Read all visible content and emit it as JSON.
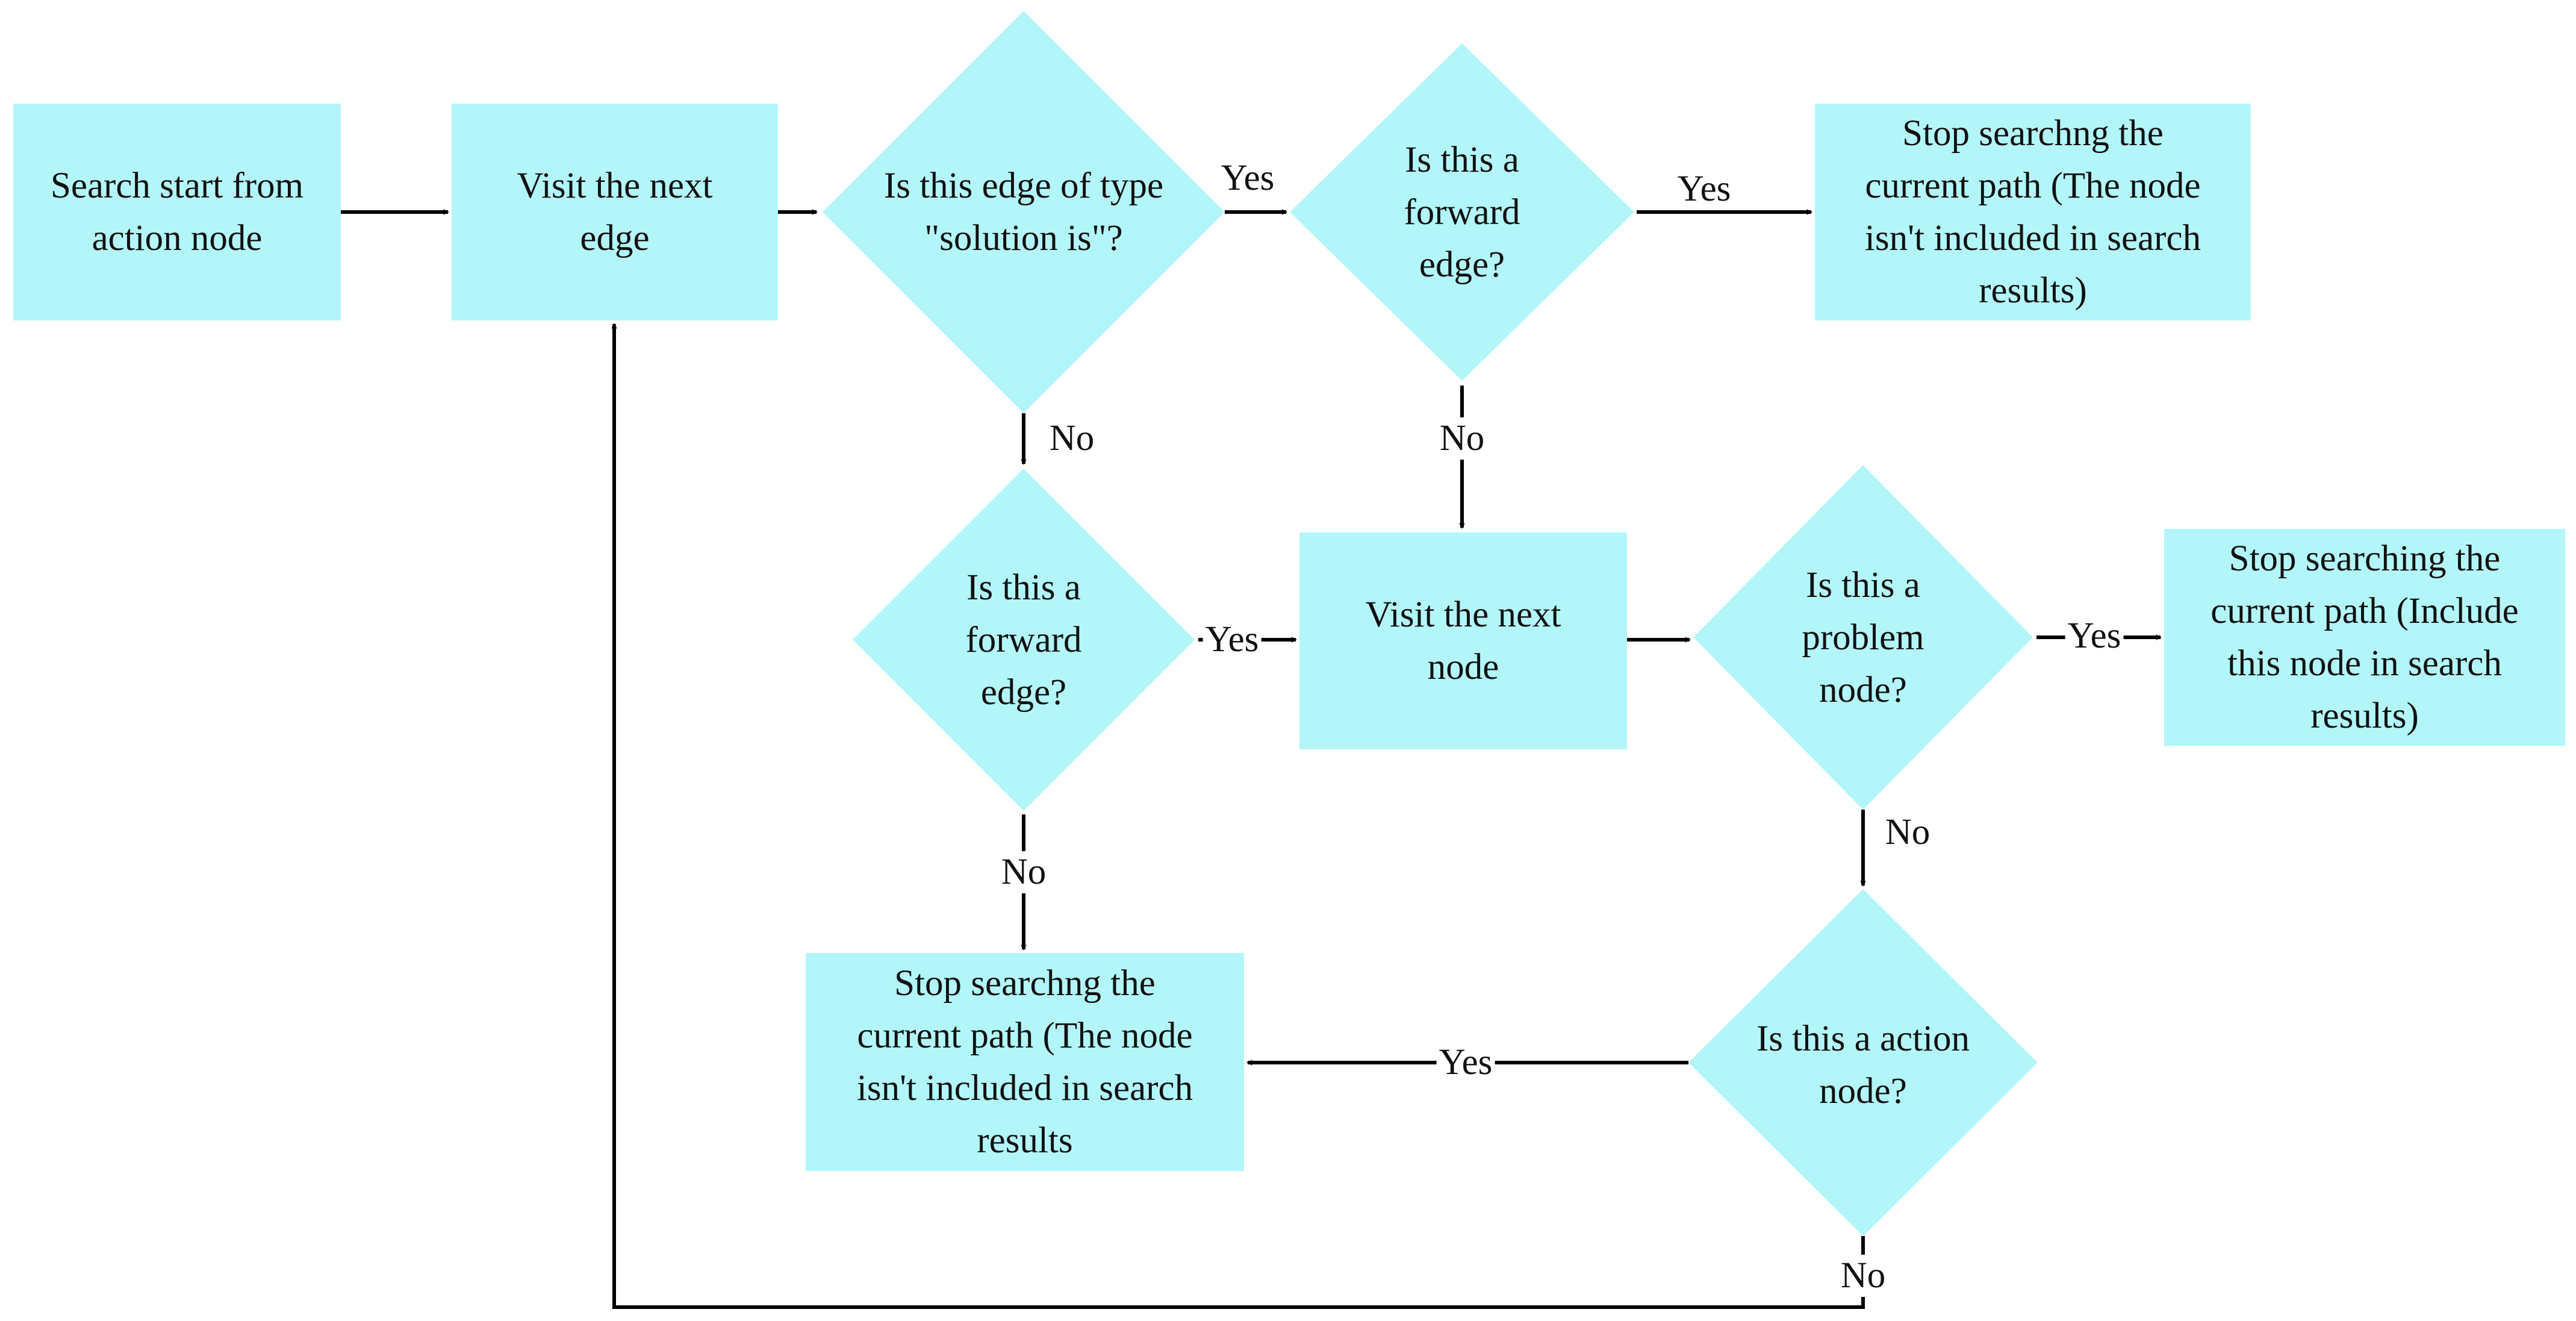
{
  "colors": {
    "node_fill": "#B3F6F9",
    "edge_stroke": "#000000",
    "text": "#111111"
  },
  "nodes": {
    "start": "Search start from\naction node",
    "visit_edge": "Visit the next\nedge",
    "q_solution": "Is this edge of type\n\"solution is\"?",
    "q_forward_top": "Is this a\nforward\nedge?",
    "stop_top": "Stop searchng the\ncurrent path (The node\nisn't included in search\nresults)",
    "q_forward_mid": "Is this a\nforward\nedge?",
    "visit_node": "Visit the next\nnode",
    "q_problem": "Is this a\nproblem\nnode?",
    "stop_include": "Stop searching the\ncurrent path (Include\nthis node in search\nresults)",
    "stop_bottom": "Stop searchng the\ncurrent path (The node\nisn't included in search\nresults",
    "q_action": "Is this a action\nnode?"
  },
  "edges": {
    "solution_yes": "Yes",
    "solution_no": "No",
    "forward_top_yes": "Yes",
    "forward_top_no": "No",
    "forward_mid_yes": "Yes",
    "forward_mid_no": "No",
    "problem_yes": "Yes",
    "problem_no": "No",
    "action_yes": "Yes",
    "action_no": "No"
  }
}
